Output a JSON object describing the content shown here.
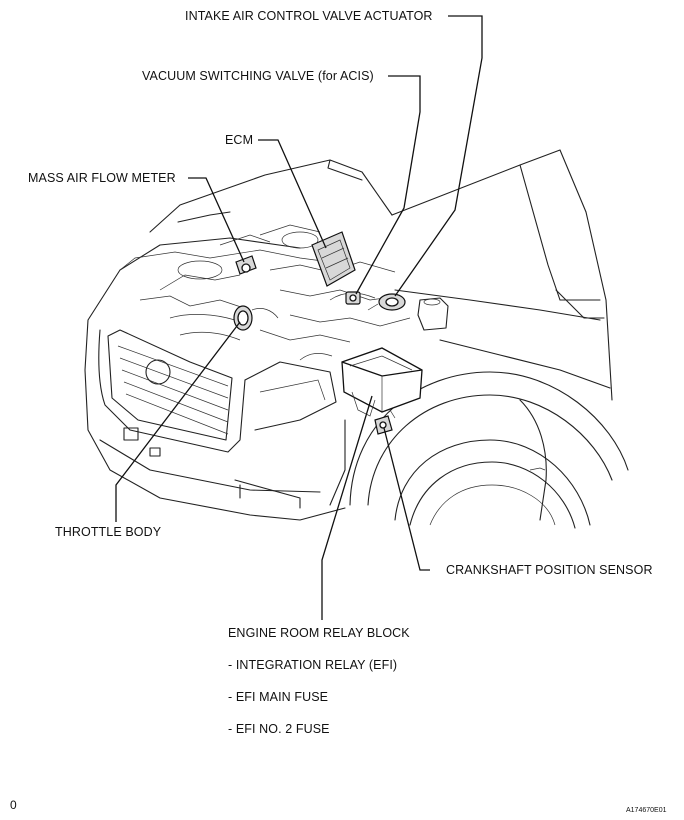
{
  "labels": {
    "intake_air_control_valve_actuator": "INTAKE AIR CONTROL VALVE ACTUATOR",
    "vacuum_switching_valve": "VACUUM SWITCHING VALVE (for ACIS)",
    "ecm": "ECM",
    "mass_air_flow_meter": "MASS AIR FLOW METER",
    "throttle_body": "THROTTLE BODY",
    "crankshaft_position_sensor": "CRANKSHAFT POSITION SENSOR",
    "engine_room_relay_block": "ENGINE ROOM RELAY BLOCK",
    "integration_relay": "- INTEGRATION RELAY (EFI)",
    "efi_main_fuse": "- EFI MAIN FUSE",
    "efi_no2_fuse": "- EFI NO. 2 FUSE"
  },
  "corner_mark": "0",
  "figure_id": "A174670E01"
}
